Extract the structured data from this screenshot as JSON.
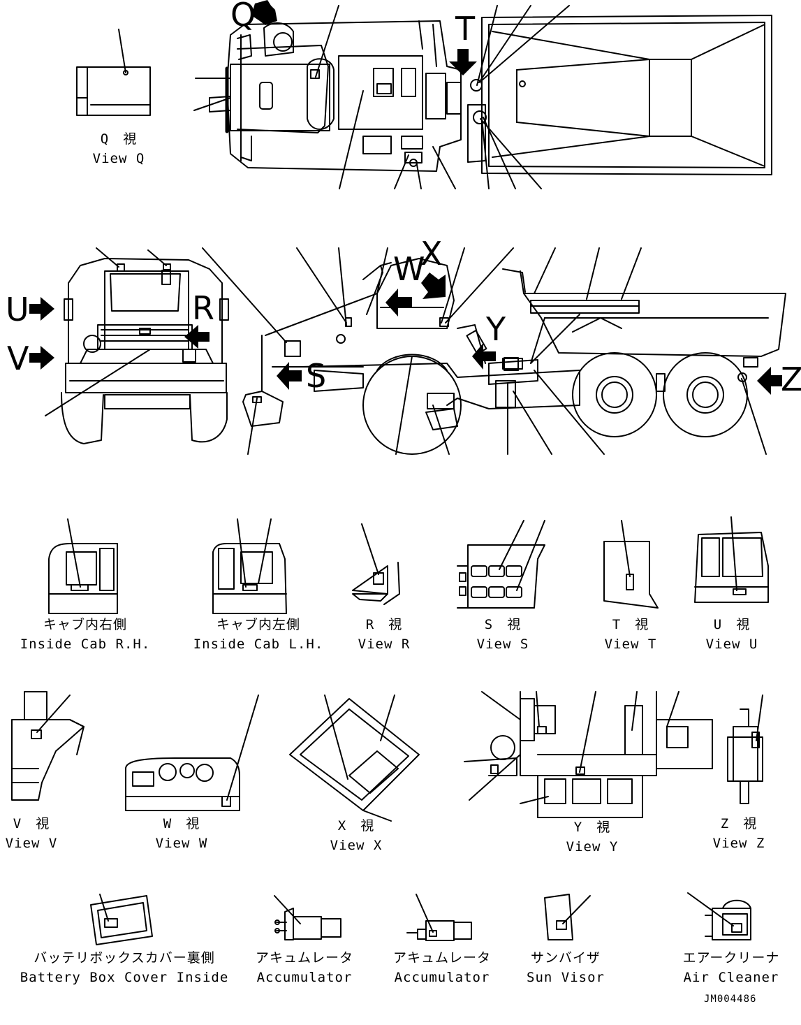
{
  "figure_code": "JM004486",
  "view_letters": {
    "q": "Q",
    "t": "T",
    "u": "U",
    "v": "V",
    "r": "R",
    "w": "W",
    "x": "X",
    "y": "Y",
    "s": "S",
    "z": "Z"
  },
  "captions": {
    "view_q": {
      "jp": "Q　視",
      "en": "View Q"
    },
    "inside_cab_rh": {
      "jp": "キャブ内右側",
      "en": "Inside Cab R.H."
    },
    "inside_cab_lh": {
      "jp": "キャブ内左側",
      "en": "Inside Cab L.H."
    },
    "view_r": {
      "jp": "R　視",
      "en": "View R"
    },
    "view_s": {
      "jp": "S　視",
      "en": "View S"
    },
    "view_t": {
      "jp": "T　視",
      "en": "View T"
    },
    "view_u": {
      "jp": "U　視",
      "en": "View U"
    },
    "view_v": {
      "jp": "V　視",
      "en": "View V"
    },
    "view_w": {
      "jp": "W　視",
      "en": "View W"
    },
    "view_x": {
      "jp": "X　視",
      "en": "View X"
    },
    "view_y": {
      "jp": "Y　視",
      "en": "View Y"
    },
    "view_z": {
      "jp": "Z　視",
      "en": "View Z"
    },
    "battery_box": {
      "jp": "バッテリボックスカバー裏側",
      "en": "Battery Box Cover Inside"
    },
    "accumulator_1": {
      "jp": "アキュムレータ",
      "en": "Accumulator"
    },
    "accumulator_2": {
      "jp": "アキュムレータ",
      "en": "Accumulator"
    },
    "sun_visor": {
      "jp": "サンバイザ",
      "en": "Sun Visor"
    },
    "air_cleaner": {
      "jp": "エアークリーナ",
      "en": "Air Cleaner"
    }
  }
}
